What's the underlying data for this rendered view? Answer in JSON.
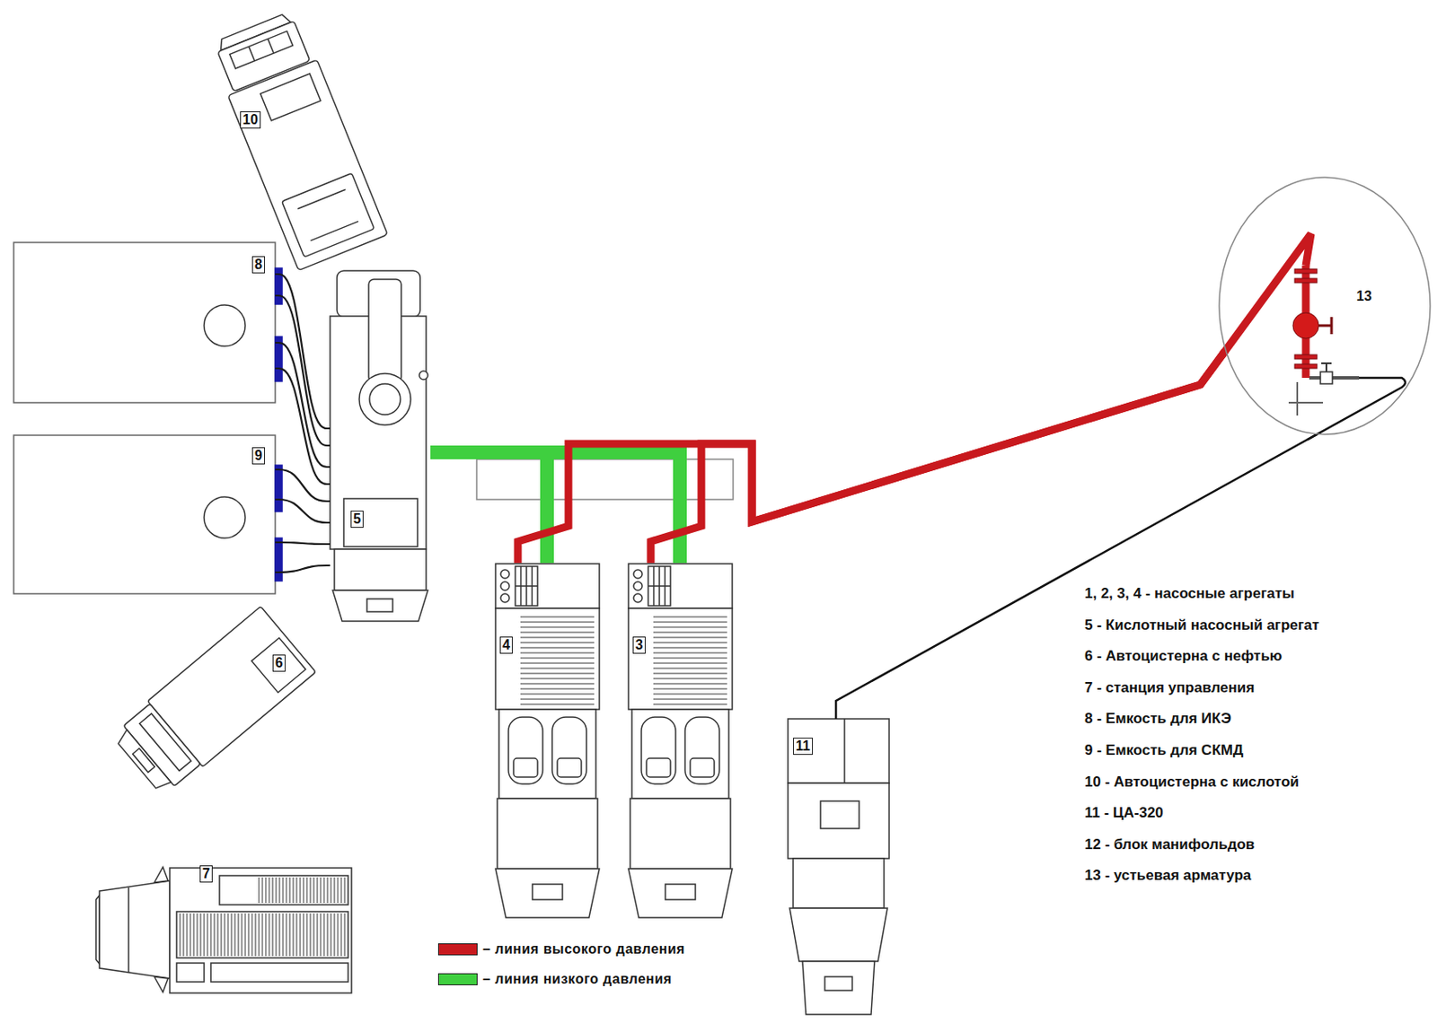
{
  "diagram": {
    "nodes": [
      {
        "text": [
          "10"
        ]
      },
      {
        "text": [
          "13"
        ]
      },
      {
        "text": [
          "8"
        ]
      },
      {
        "text": [
          "5"
        ]
      },
      {
        "text": [
          "9"
        ]
      },
      {
        "text": [
          "4"
        ]
      },
      {
        "text": [
          "3"
        ]
      },
      {
        "text": [
          "6"
        ]
      },
      {
        "text": [
          "11"
        ]
      },
      {
        "text": [
          "7"
        ]
      }
    ],
    "edges": [
      {
        "from": 2,
        "to": 3,
        "arrow": "none"
      },
      {
        "from": 4,
        "to": 3,
        "arrow": "none"
      },
      {
        "from": 3,
        "to": 5,
        "arrow": "none"
      },
      {
        "from": 3,
        "to": 6,
        "arrow": "none"
      },
      {
        "from": 5,
        "to": 1,
        "arrow": "none"
      },
      {
        "from": 6,
        "to": 1,
        "arrow": "none"
      },
      {
        "from": 8,
        "to": 1,
        "arrow": "none"
      }
    ],
    "labels": [
      "1, 2, 3, 4 - насосные агрегаты",
      "5 - Кислотный насосный агрегат",
      "6 - Автоцистерна с нефтью",
      "7 - станция управления",
      "8 - Емкость для ИКЭ",
      "9 - Емкость для СКМД",
      "10 - Автоцистерна с кислотой",
      "11 - ЦА-320",
      "12 - блок манифольдов",
      "13 - устьевая арматура"
    ],
    "legend": [
      {
        "text": "– линия высокого давления",
        "color": "#c8191e"
      },
      {
        "text": "– линия низкого давления",
        "color": "#3fcf3f"
      }
    ]
  }
}
